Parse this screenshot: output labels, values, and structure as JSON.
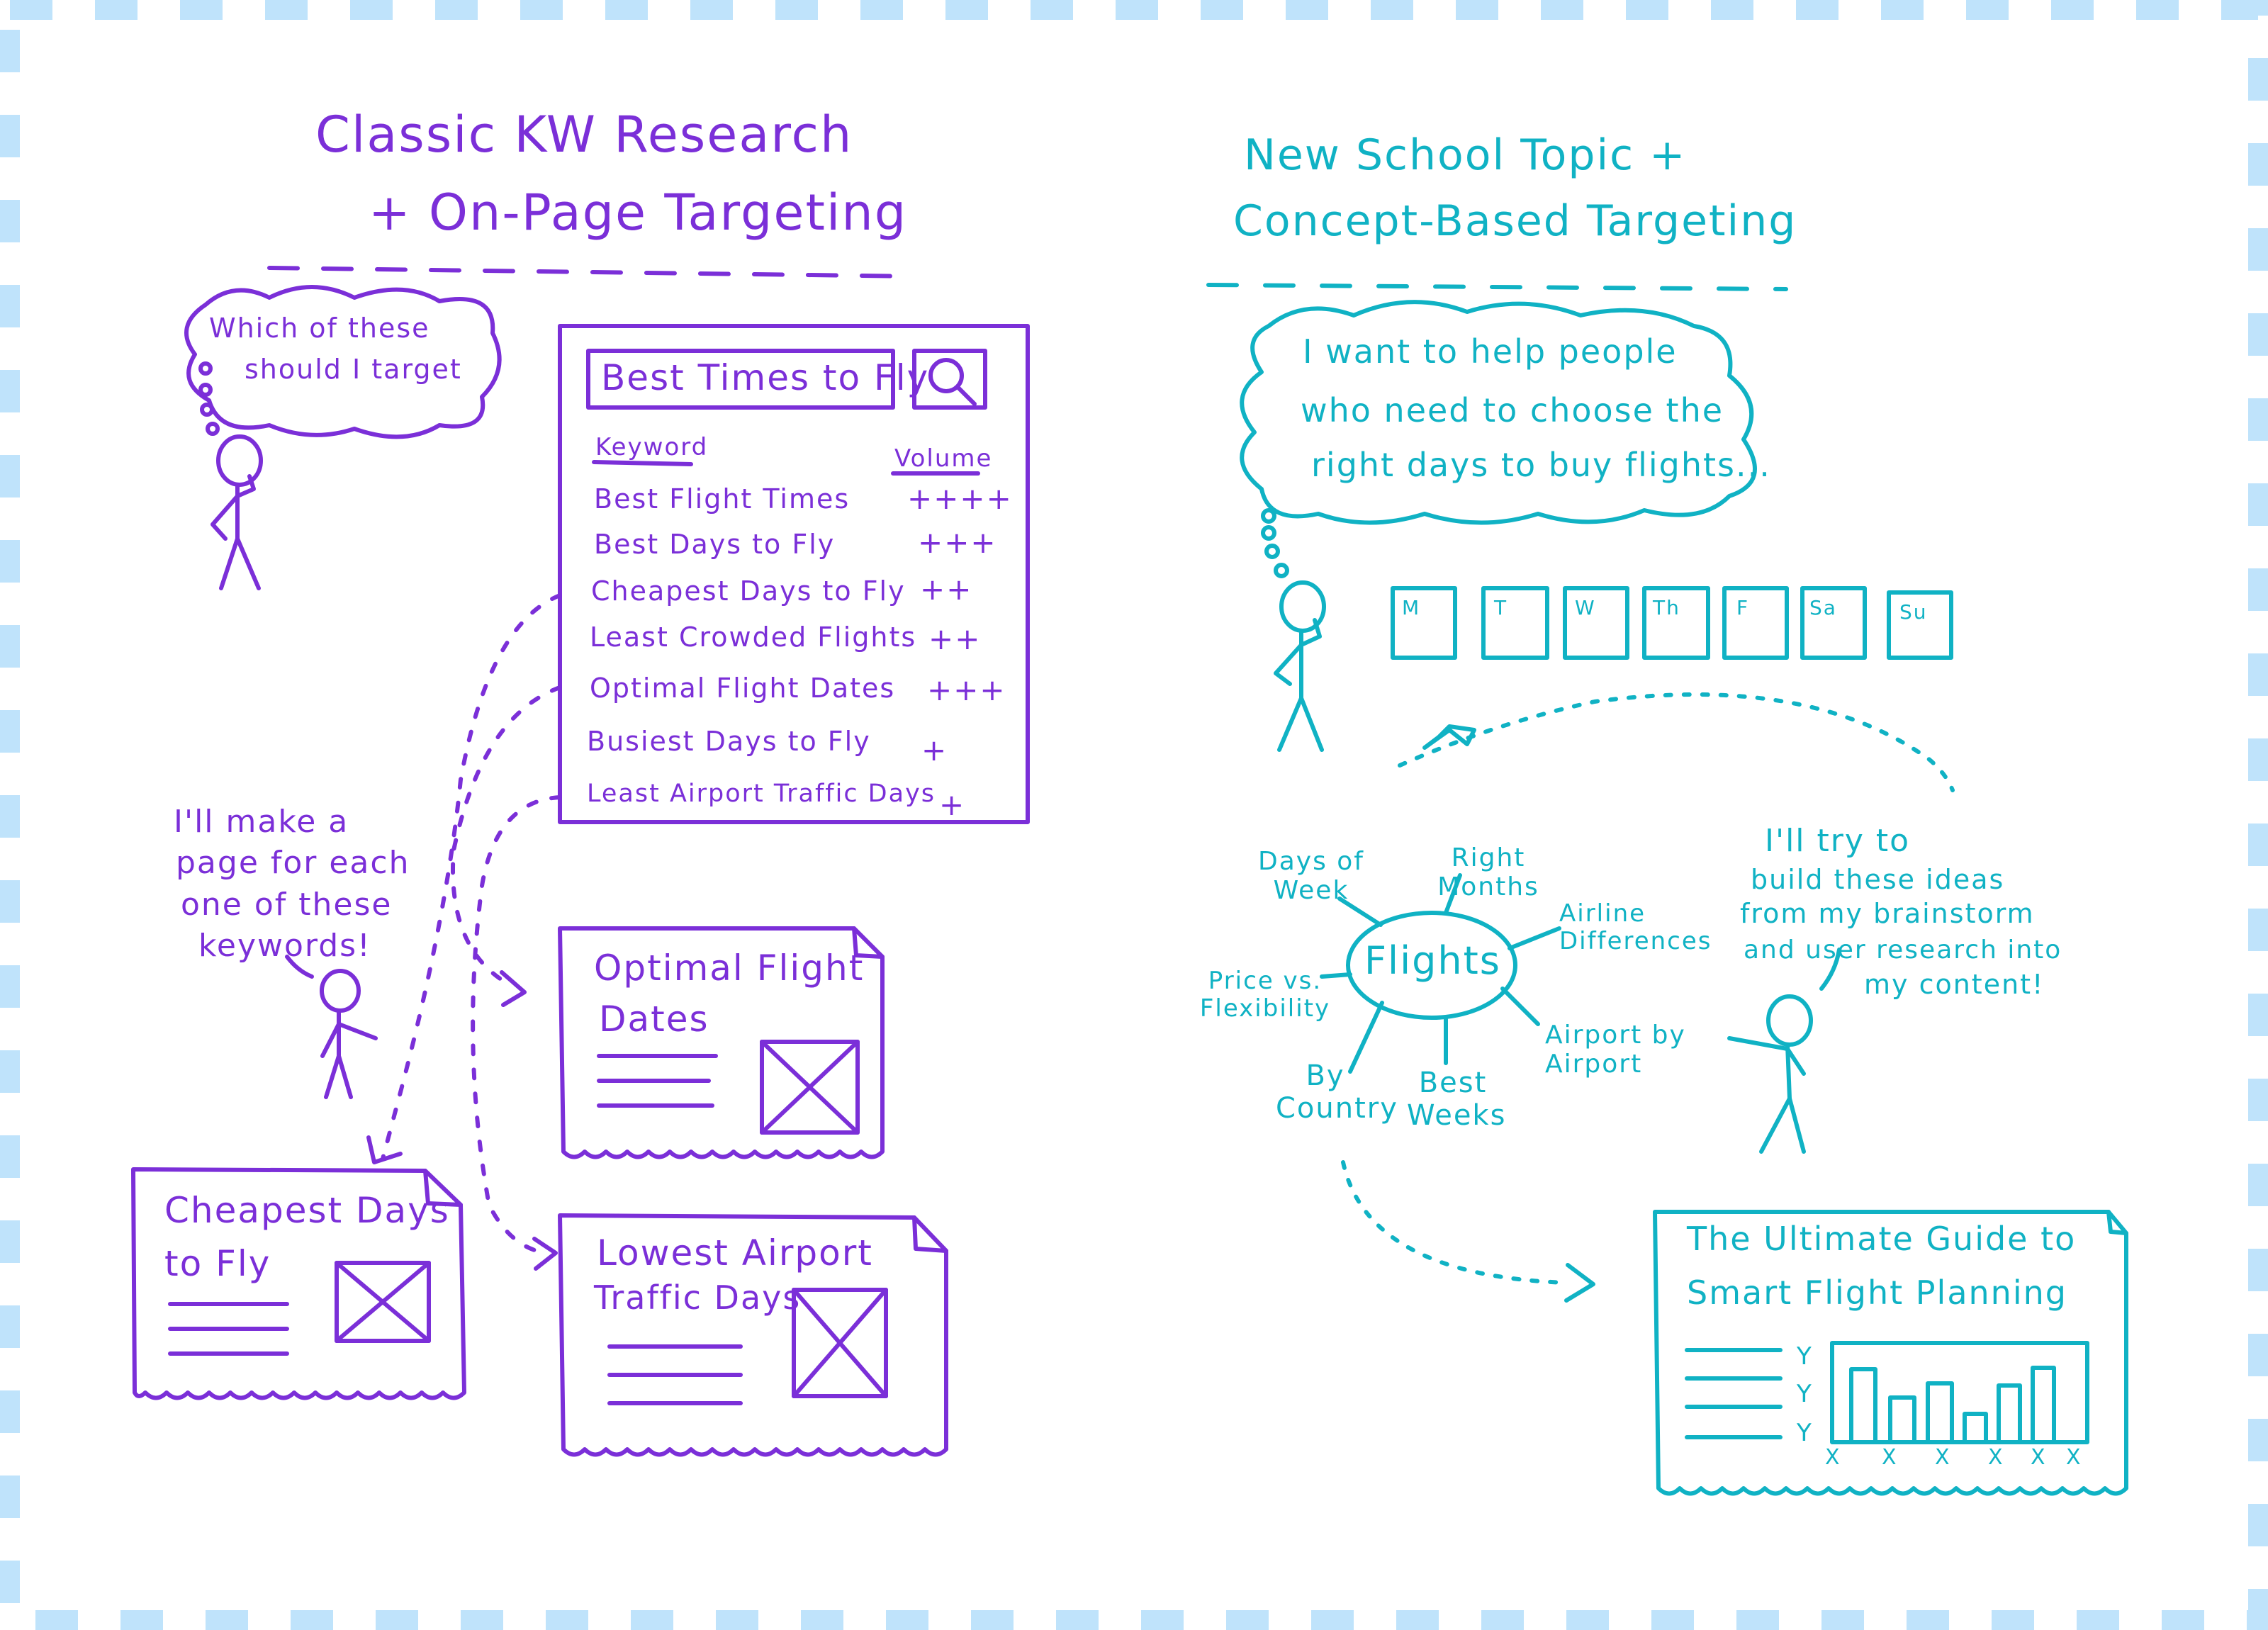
{
  "colors": {
    "purple": "#7b2fd8",
    "teal": "#10b2c4",
    "border": "#bfe3fb"
  },
  "left": {
    "title_line1": "Classic KW Research",
    "title_line2": "+ On-Page Targeting",
    "thought_line1": "Which of these",
    "thought_line2": "should I target",
    "search_query": "Best Times to Fly",
    "col_keyword": "Keyword",
    "col_volume": "Volume",
    "keywords": [
      {
        "keyword": "Best Flight Times",
        "volume": "++++"
      },
      {
        "keyword": "Best Days to Fly",
        "volume": "+++"
      },
      {
        "keyword": "Cheapest Days to Fly",
        "volume": "++"
      },
      {
        "keyword": "Least Crowded Flights",
        "volume": "++"
      },
      {
        "keyword": "Optimal Flight Dates",
        "volume": "+++"
      },
      {
        "keyword": "Busiest Days to Fly",
        "volume": "+"
      },
      {
        "keyword": "Least Airport Traffic Days",
        "volume": "+"
      }
    ],
    "speech_lines": [
      "I'll make a",
      "page for each",
      "one of these",
      "keywords!"
    ],
    "page1_lines": [
      "Optimal Flight",
      "Dates"
    ],
    "page2_lines": [
      "Cheapest Days",
      "to Fly"
    ],
    "page3_lines": [
      "Lowest Airport",
      "Traffic Days"
    ]
  },
  "right": {
    "title_line1": "New School Topic +",
    "title_line2": "Concept-Based Targeting",
    "thought_lines": [
      "I want to help people",
      "who need to choose the",
      "right days to buy flights..."
    ],
    "days": [
      "M",
      "T",
      "W",
      "Th",
      "F",
      "Sa",
      "Su"
    ],
    "center_node": "Flights",
    "branches": [
      "Days of Week",
      "Right Months",
      "Airline Differences",
      "Price vs. Flexibility",
      "By Country",
      "Best Weeks",
      "Airport by Airport"
    ],
    "speech_lines": [
      "I'll try to",
      "build these ideas",
      "from my brainstorm",
      "and user research into",
      "my content!"
    ],
    "guide_lines": [
      "The Ultimate Guide to",
      "Smart Flight Planning"
    ],
    "chart_y": [
      "Y",
      "Y",
      "Y"
    ],
    "chart_x": [
      "X",
      "X",
      "X",
      "X",
      "X",
      "X"
    ]
  }
}
